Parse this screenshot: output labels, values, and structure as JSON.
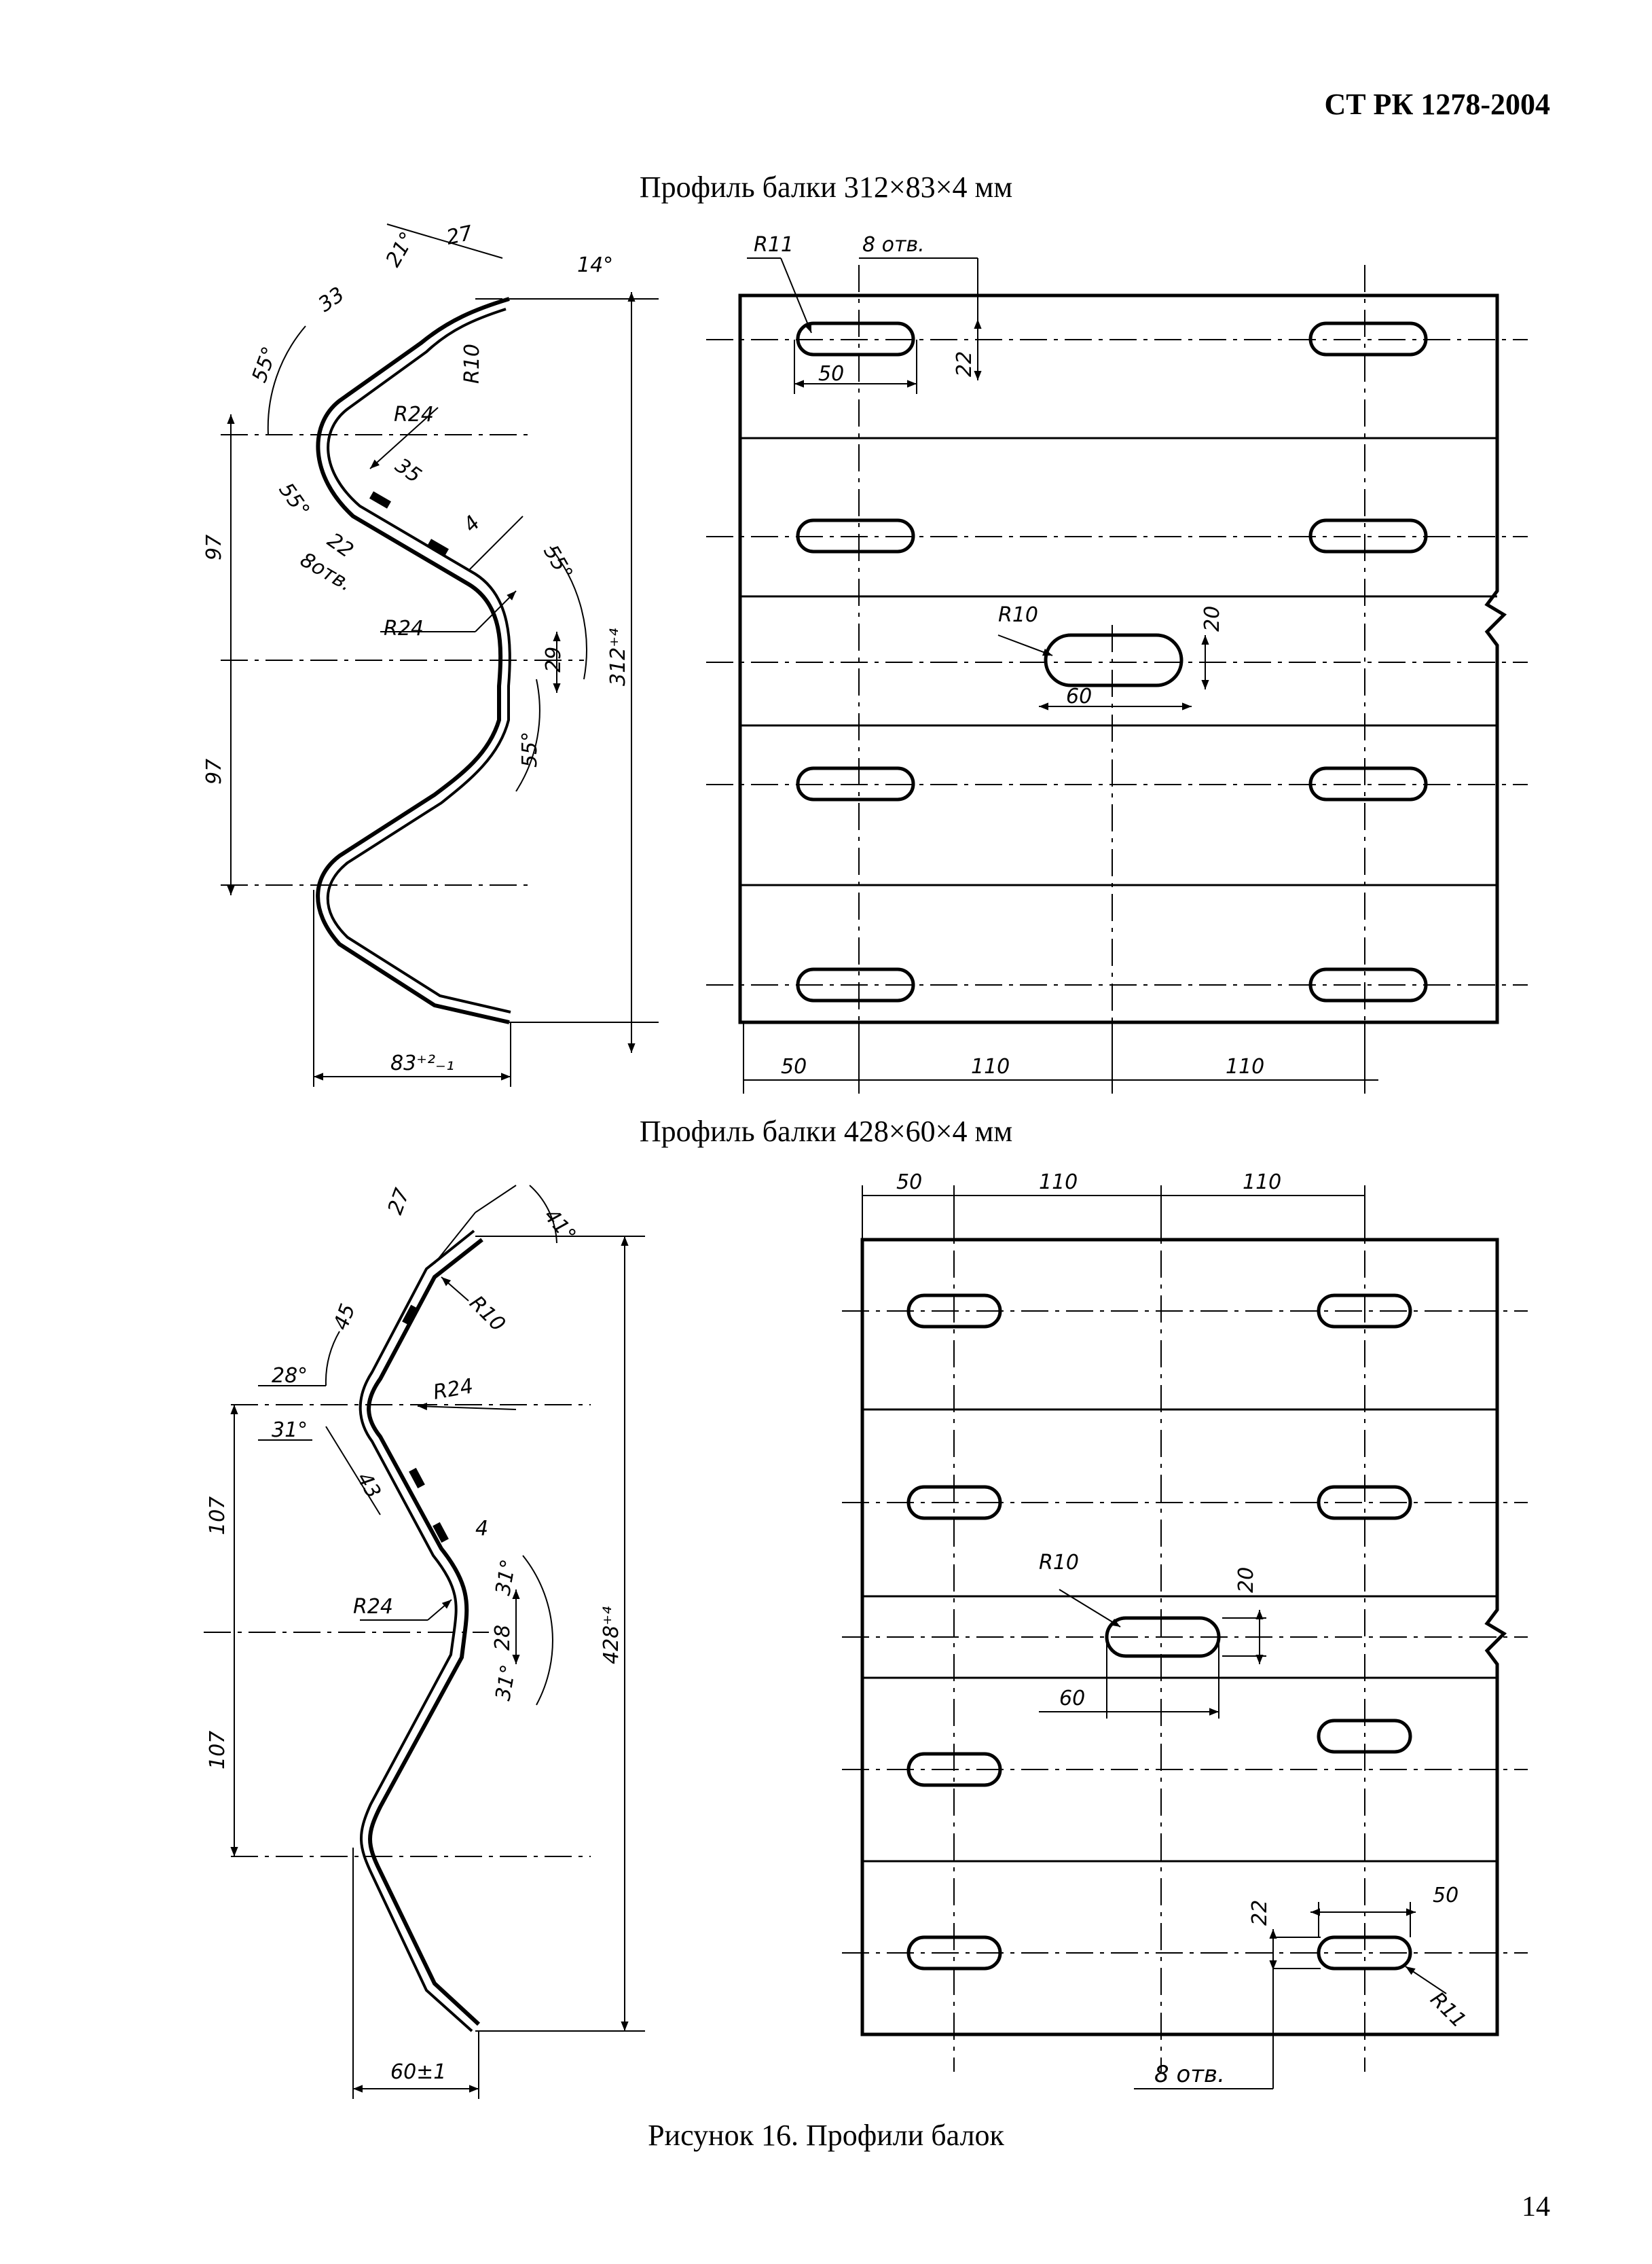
{
  "header": {
    "standard_code": "СТ РК 1278-2004"
  },
  "profile1": {
    "title": "Профиль балки 312×83×4 мм",
    "section_dims": {
      "top_width": "27",
      "top_angle": "21°",
      "flange_angle": "14°",
      "r_top": "R10",
      "upper_len": "33",
      "angle_55a": "55°",
      "r24_upper": "R24",
      "angle_55b": "55°",
      "len_35": "35",
      "len_22": "22",
      "holes_note": "8отв.",
      "thickness": "4",
      "angle_55c": "55°",
      "r24_lower": "R24",
      "mid_29": "29",
      "angle_55d": "55°",
      "pitch_upper": "97",
      "pitch_lower": "97",
      "overall_height": "312⁺⁴",
      "depth": "83⁺²₋₁"
    },
    "plate_dims": {
      "slot_radius": "R11",
      "holes_label": "8 отв.",
      "slot_len": "50",
      "slot_offset": "22",
      "center_radius": "R10",
      "center_height": "20",
      "center_len": "60",
      "pitch_start": "50",
      "pitch_1": "110",
      "pitch_2": "110"
    }
  },
  "profile2": {
    "title": "Профиль балки 428×60×4 мм",
    "section_dims": {
      "top_width": "27",
      "flange_angle": "41°",
      "r_top": "R10",
      "upper_len": "45",
      "angle_28": "28°",
      "r24_upper": "R24",
      "angle_31a": "31°",
      "len_43": "43",
      "thickness": "4",
      "r24_lower": "R24",
      "angle_31b": "31°",
      "mid_28": "28",
      "angle_31c": "31°",
      "pitch_upper": "107",
      "pitch_lower": "107",
      "overall_height": "428⁺⁴",
      "depth": "60±1"
    },
    "plate_dims": {
      "pitch_start": "50",
      "pitch_1": "110",
      "pitch_2": "110",
      "center_radius": "R10",
      "center_height": "20",
      "center_len": "60",
      "slot_offset": "22",
      "slot_len": "50",
      "slot_radius": "R11",
      "holes_label": "8 отв."
    }
  },
  "figure_caption": "Рисунок 16. Профили балок",
  "page_number": "14"
}
